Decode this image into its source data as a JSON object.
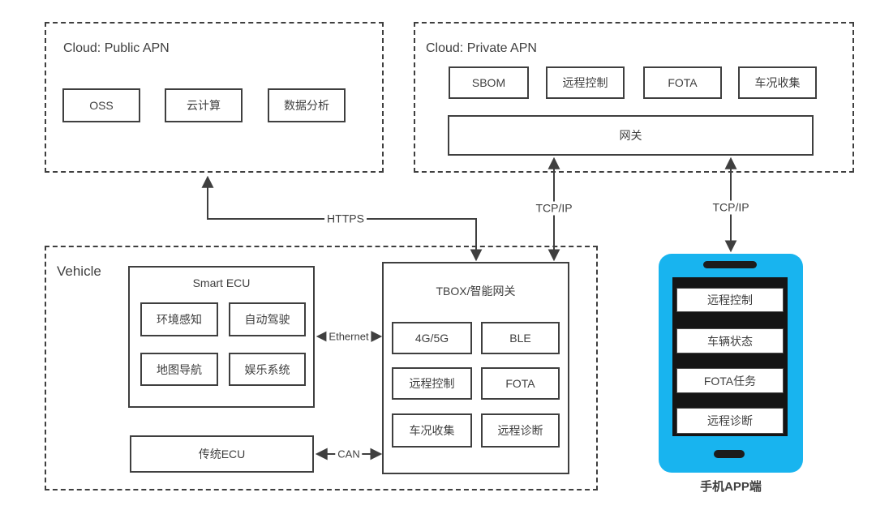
{
  "colors": {
    "line": "#3f3f3f",
    "text": "#3f3f3f",
    "phone_accent": "#18b4ef",
    "phone_screen": "#151515",
    "background": "#ffffff"
  },
  "public_apn": {
    "title": "Cloud: Public APN",
    "items": [
      "OSS",
      "云计算",
      "数据分析"
    ]
  },
  "private_apn": {
    "title": "Cloud: Private APN",
    "items": [
      "SBOM",
      "远程控制",
      "FOTA",
      "车况收集"
    ],
    "gateway_label": "网关"
  },
  "vehicle": {
    "title": "Vehicle",
    "smart_ecu": {
      "title": "Smart ECU",
      "items": [
        "环境感知",
        "自动驾驶",
        "地图导航",
        "娱乐系统"
      ]
    },
    "legacy_ecu_label": "传统ECU",
    "tbox": {
      "title": "TBOX/智能网关",
      "items": [
        "4G/5G",
        "BLE",
        "远程控制",
        "FOTA",
        "车况收集",
        "远程诊断"
      ]
    }
  },
  "phone": {
    "caption": "手机APP端",
    "buttons": [
      "远程控制",
      "车辆状态",
      "FOTA任务",
      "远程诊断"
    ]
  },
  "links": {
    "https": "HTTPS",
    "tcpip_tbox": "TCP/IP",
    "tcpip_phone": "TCP/IP",
    "ethernet": "Ethernet",
    "can": "CAN"
  }
}
